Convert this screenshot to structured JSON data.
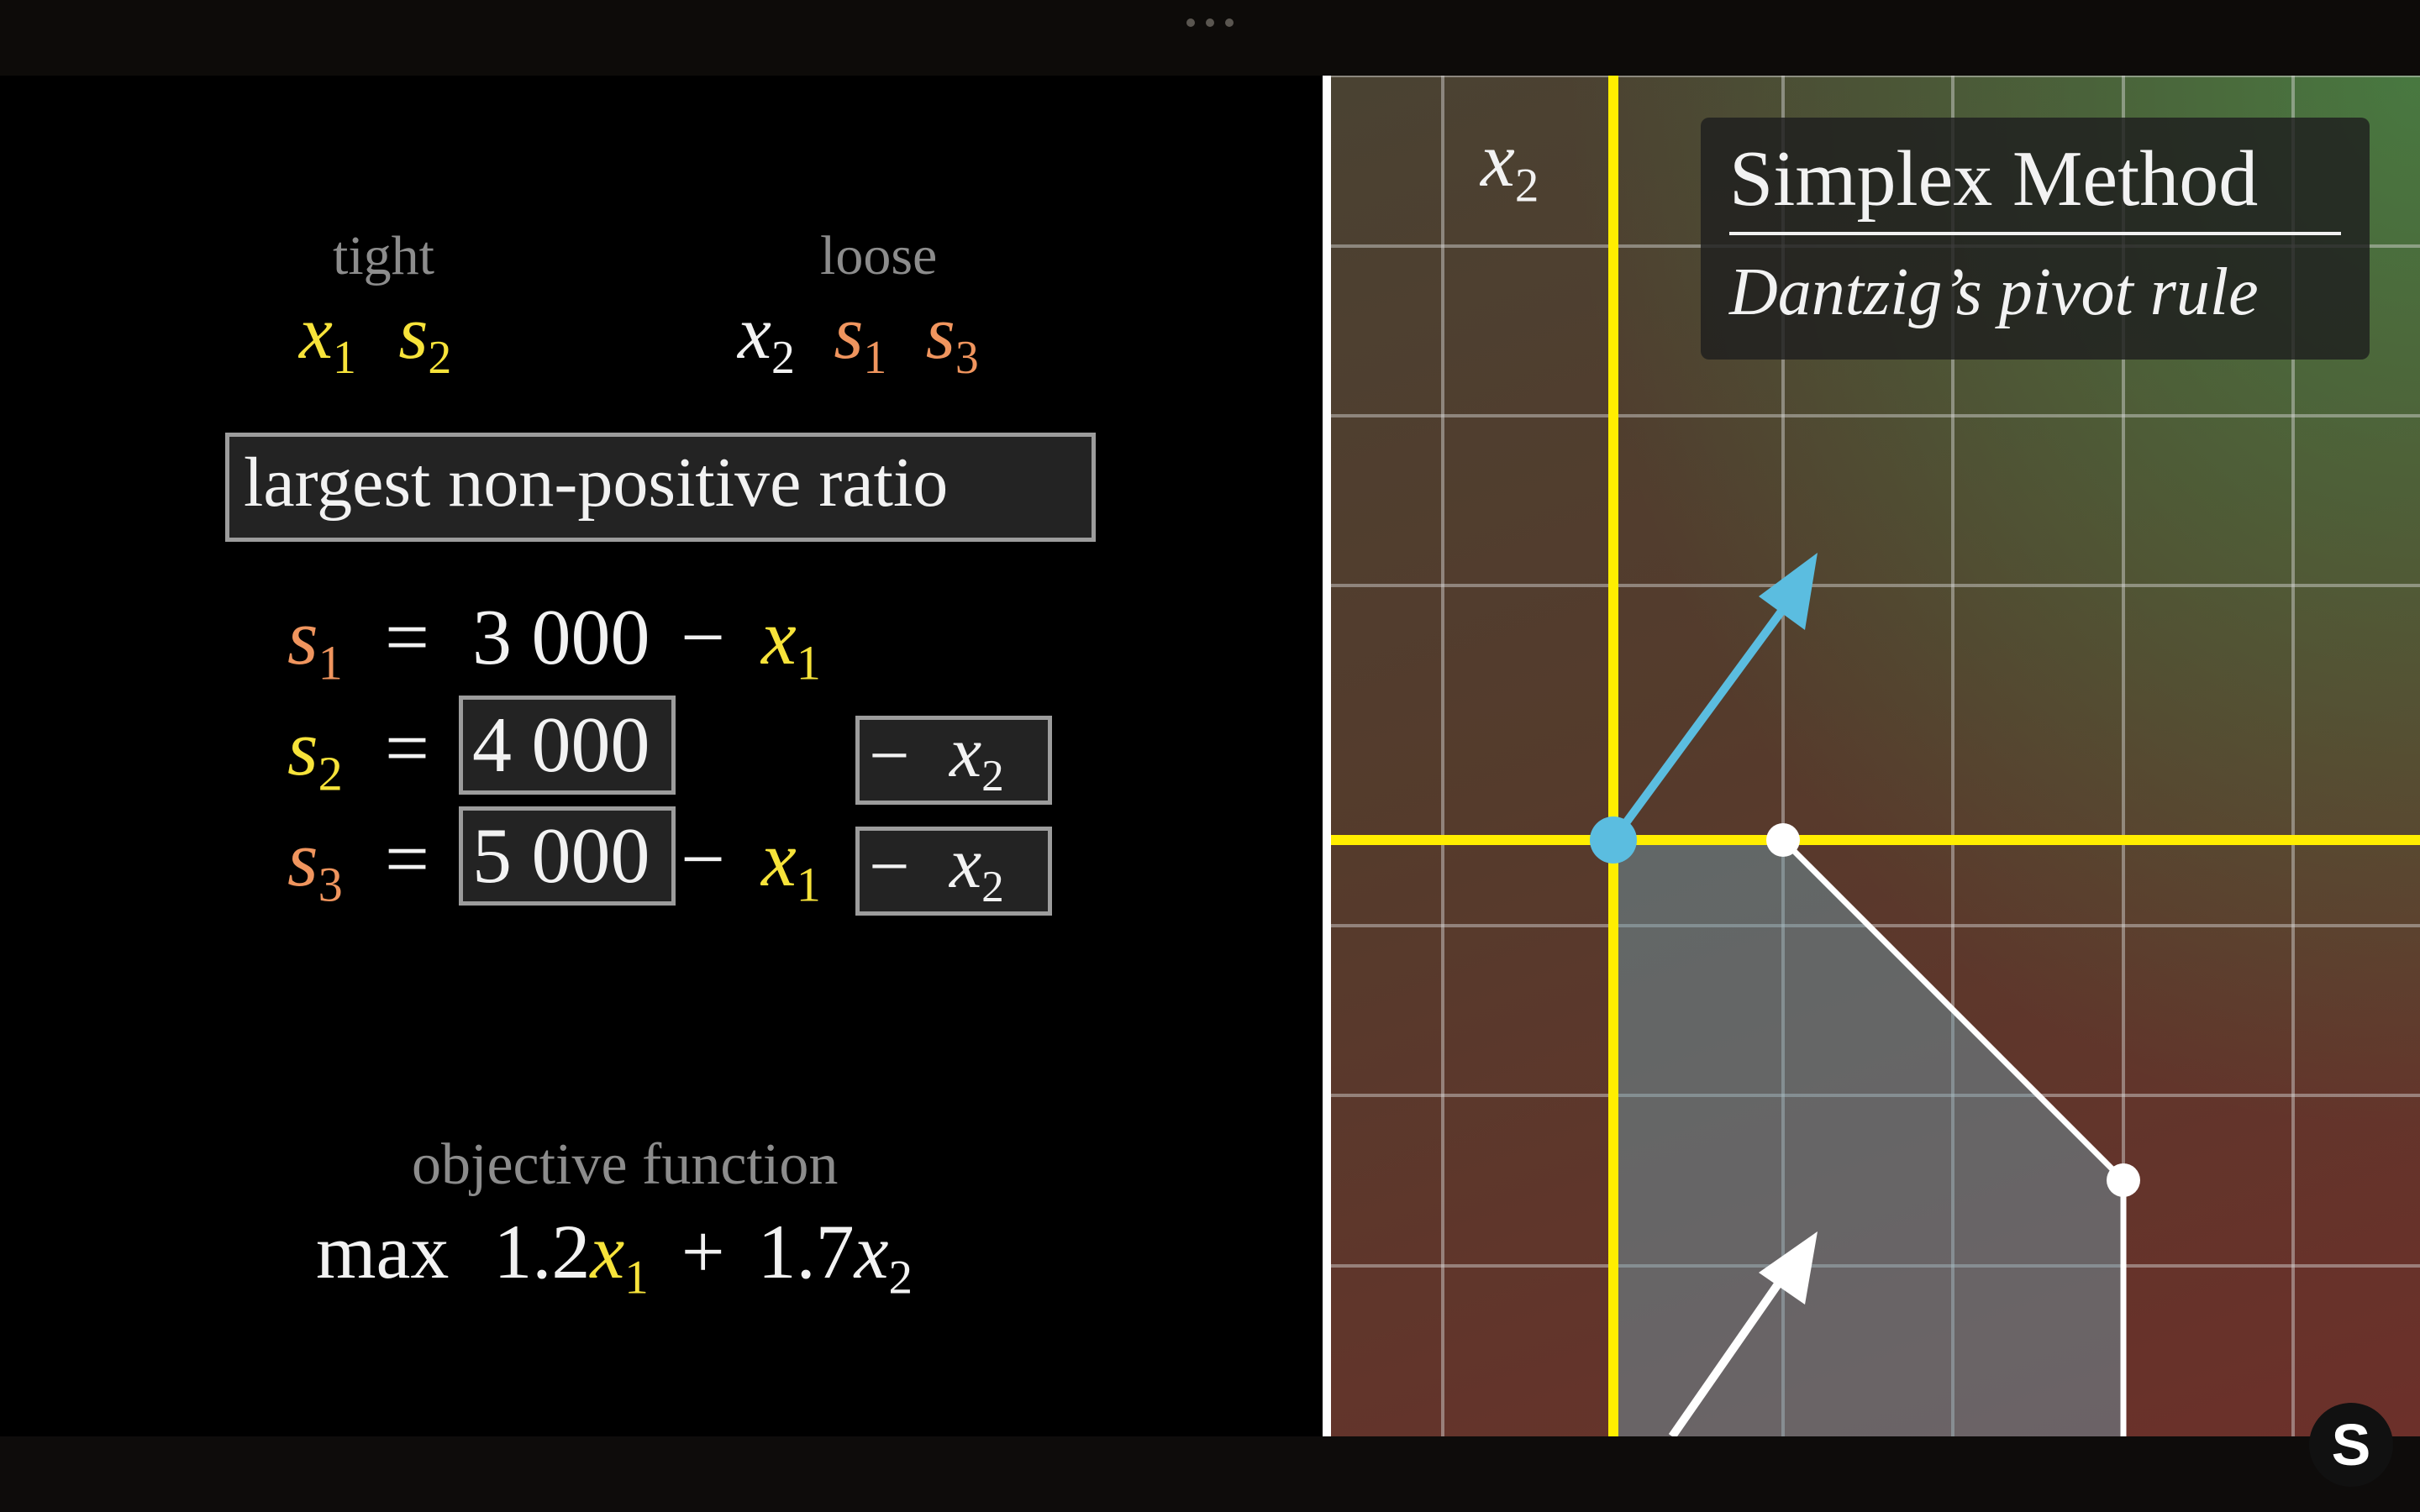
{
  "top_bar": {
    "menu_icon": "ellipsis-icon"
  },
  "left": {
    "tight_label": "tight",
    "loose_label": "loose",
    "tight_vars": [
      {
        "base": "x",
        "sub": "1"
      },
      {
        "base": "s",
        "sub": "2"
      }
    ],
    "loose_vars": [
      {
        "base": "x",
        "sub": "2"
      },
      {
        "base": "s",
        "sub": "1"
      },
      {
        "base": "s",
        "sub": "3"
      }
    ],
    "rule_box": "largest non-positive ratio",
    "equations": {
      "eq1": {
        "lhs_base": "s",
        "lhs_sub": "1",
        "equals": "=",
        "constant": "3 000",
        "minus": "−",
        "var_base": "x",
        "var_sub": "1"
      },
      "eq2": {
        "lhs_base": "s",
        "lhs_sub": "2",
        "equals": "=",
        "constant": "4 000",
        "minus": "−",
        "var_base": "x",
        "var_sub": "2"
      },
      "eq3": {
        "lhs_base": "s",
        "lhs_sub": "3",
        "equals": "=",
        "constant": "5 000",
        "minus1": "−",
        "var1_base": "x",
        "var1_sub": "1",
        "minus2": "−",
        "var2_base": "x",
        "var2_sub": "2"
      }
    },
    "objective_label": "objective function",
    "objective": {
      "max": "max",
      "c1": "1.2",
      "v1_base": "x",
      "v1_sub": "1",
      "plus": "+",
      "c2": "1.7",
      "v2_base": "x",
      "v2_sub": "2"
    }
  },
  "right": {
    "axis_label": {
      "base": "x",
      "sub": "2"
    },
    "title": "Simplex Method",
    "subtitle": "Dantzig’s pivot rule",
    "colors": {
      "axis": "#ffee00",
      "arrow": "#5bbde0",
      "edge": "#ffffff",
      "region": "rgba(110,160,175,0.45)"
    }
  },
  "logo": "S"
}
